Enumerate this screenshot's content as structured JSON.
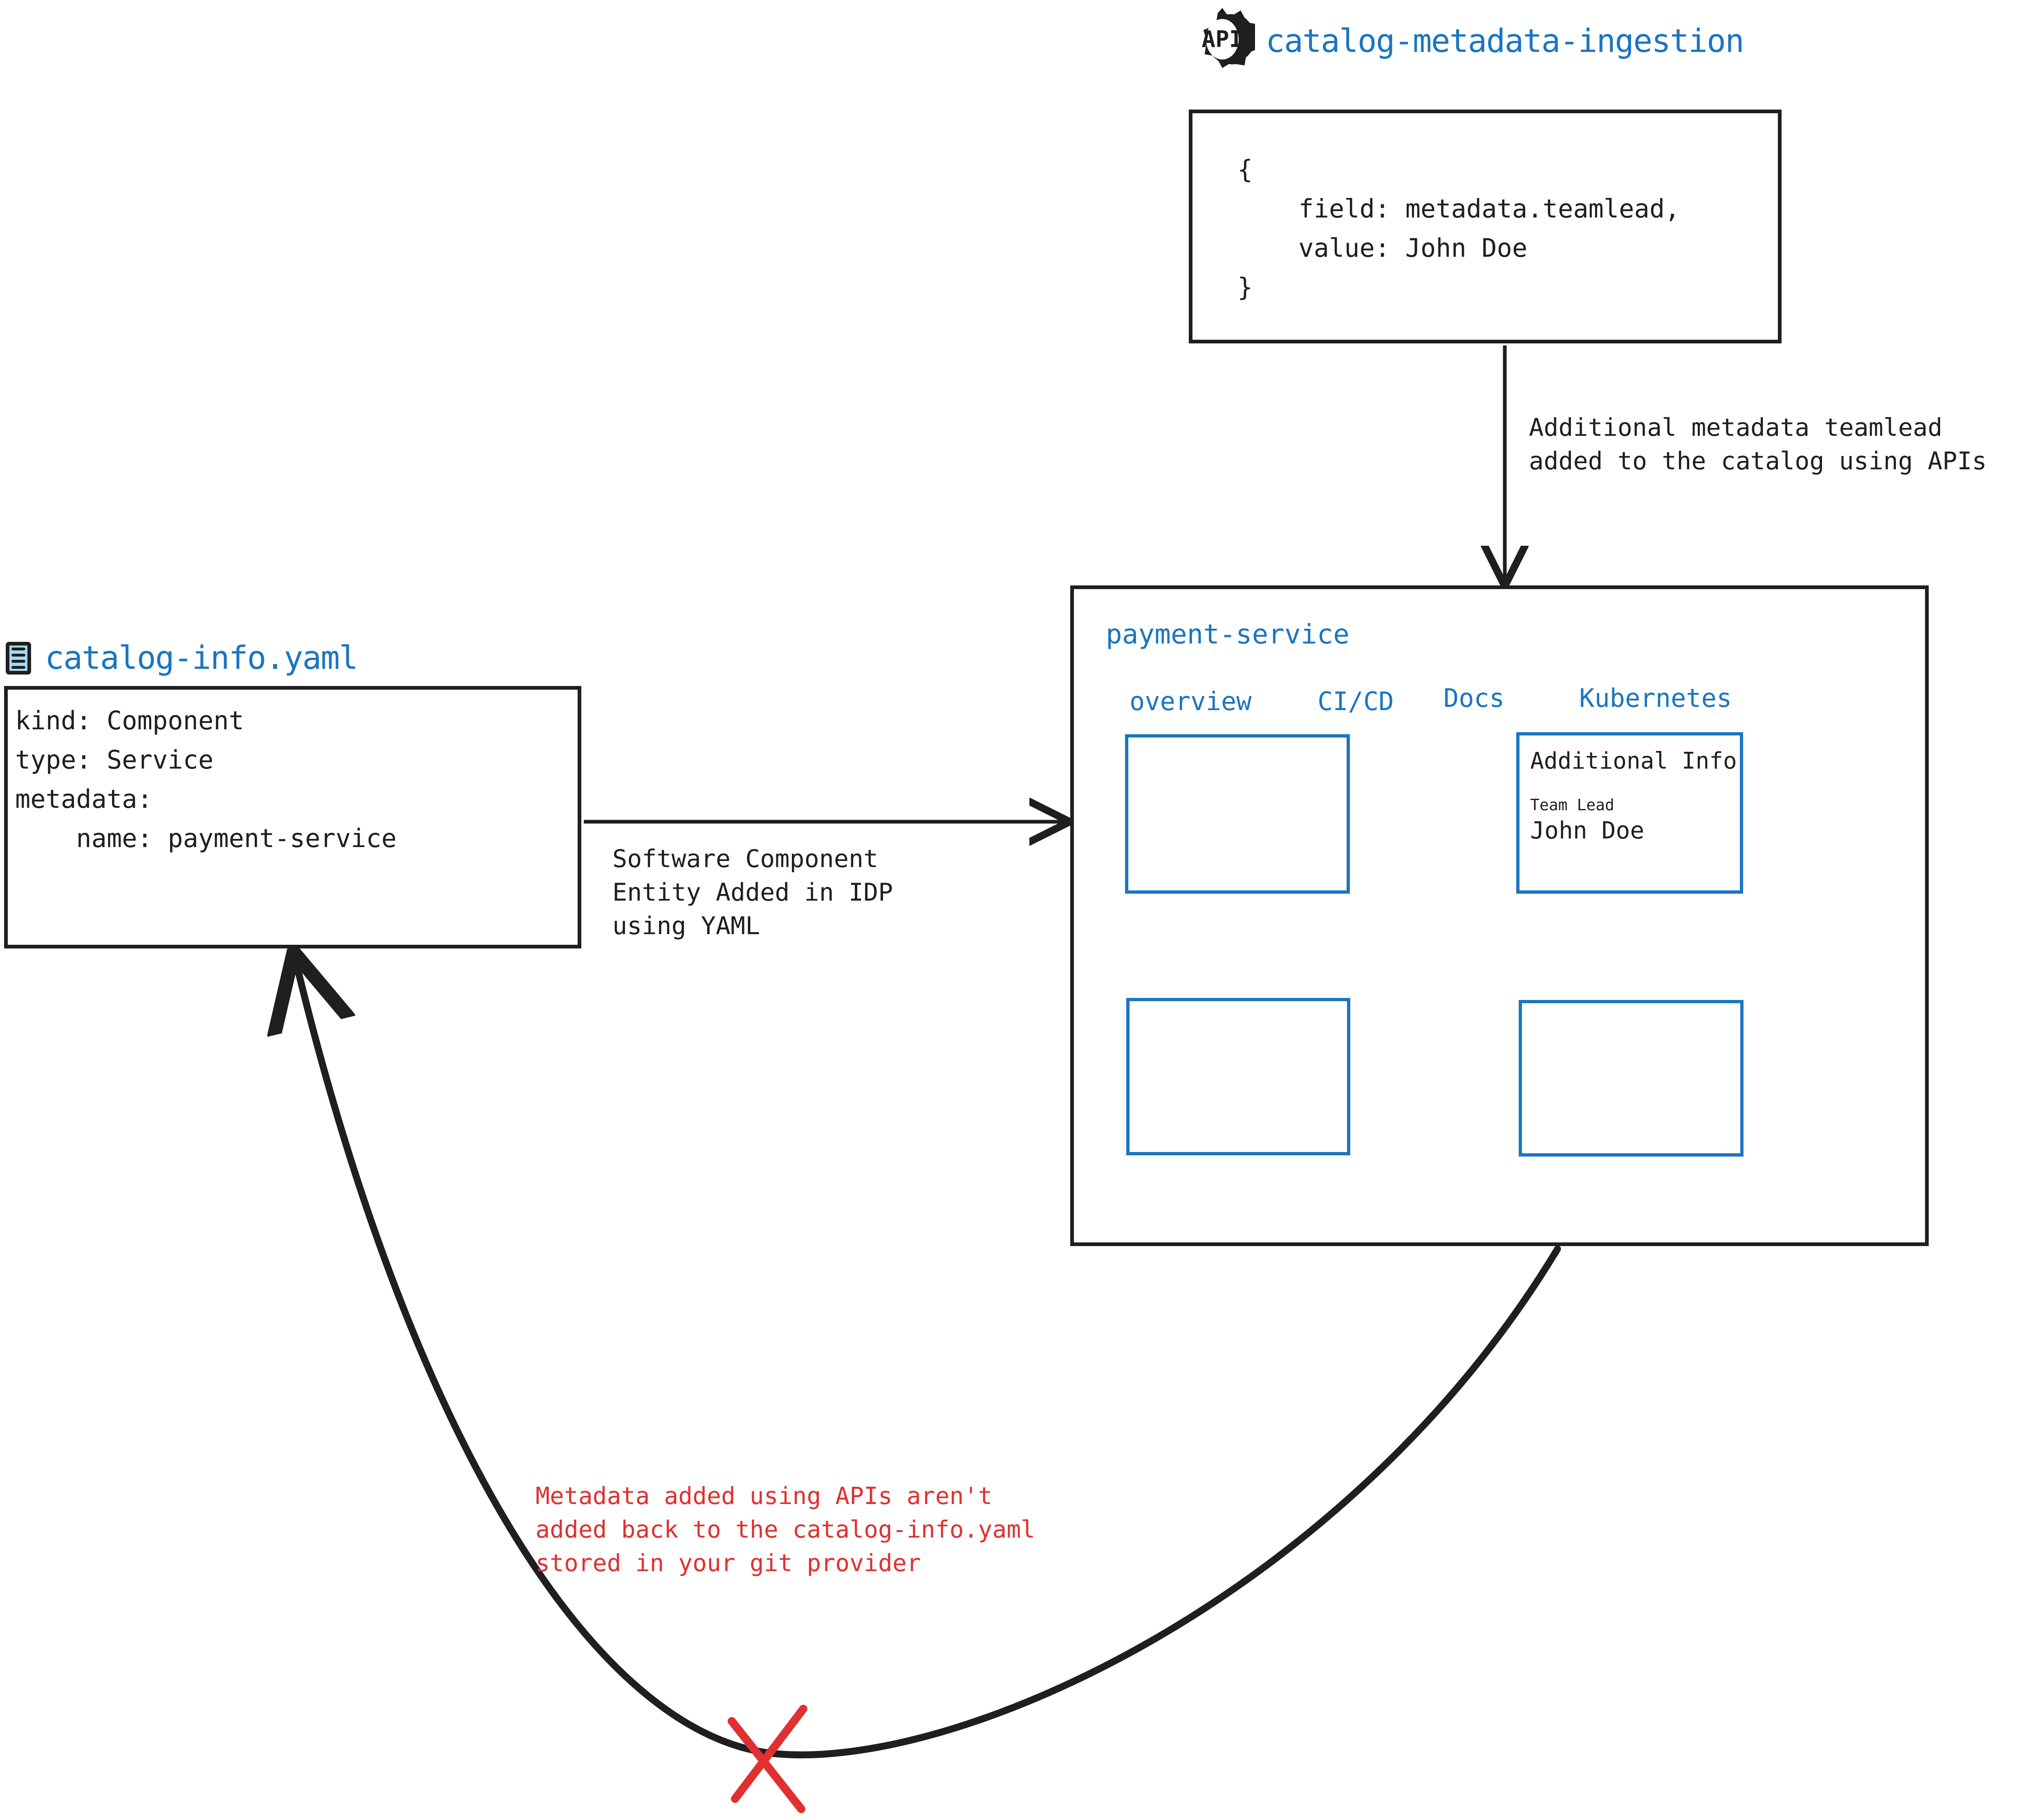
{
  "api_node": {
    "icon_label": "API",
    "title": "catalog-metadata-ingestion",
    "payload_lines": [
      "{",
      "    field: metadata.teamlead,",
      "    value: John Doe",
      "}"
    ]
  },
  "yaml_node": {
    "icon_name": "yaml-file-icon",
    "title": "catalog-info.yaml",
    "content_lines": [
      "kind: Component",
      "type: Service",
      "metadata:",
      "    name: payment-service"
    ]
  },
  "edges": {
    "api_to_panel": "Additional metadata teamlead\nadded to the catalog using APIs",
    "yaml_to_panel": "Software Component\nEntity Added in IDP\nusing YAML",
    "panel_to_yaml_warning": "Metadata added using APIs aren't\nadded back to the catalog-info.yaml\nstored in your git provider",
    "blocked_marker": "red-x-cross"
  },
  "panel": {
    "title": "payment-service",
    "tabs": [
      "overview",
      "CI/CD",
      "Docs",
      "Kubernetes"
    ],
    "cards": [
      {
        "name": "overview-card",
        "heading": "",
        "label": "",
        "value": ""
      },
      {
        "name": "additional-info-card",
        "heading": "Additional Info",
        "label": "Team Lead",
        "value": "John Doe"
      },
      {
        "name": "lower-left-card",
        "heading": "",
        "label": "",
        "value": ""
      },
      {
        "name": "lower-right-card",
        "heading": "",
        "label": "",
        "value": ""
      }
    ]
  },
  "colors": {
    "accent_blue": "#1b75c2",
    "icon_fill": "#a5d8f7",
    "stroke_black": "#1f1f1f",
    "warning_red": "#e03030"
  }
}
